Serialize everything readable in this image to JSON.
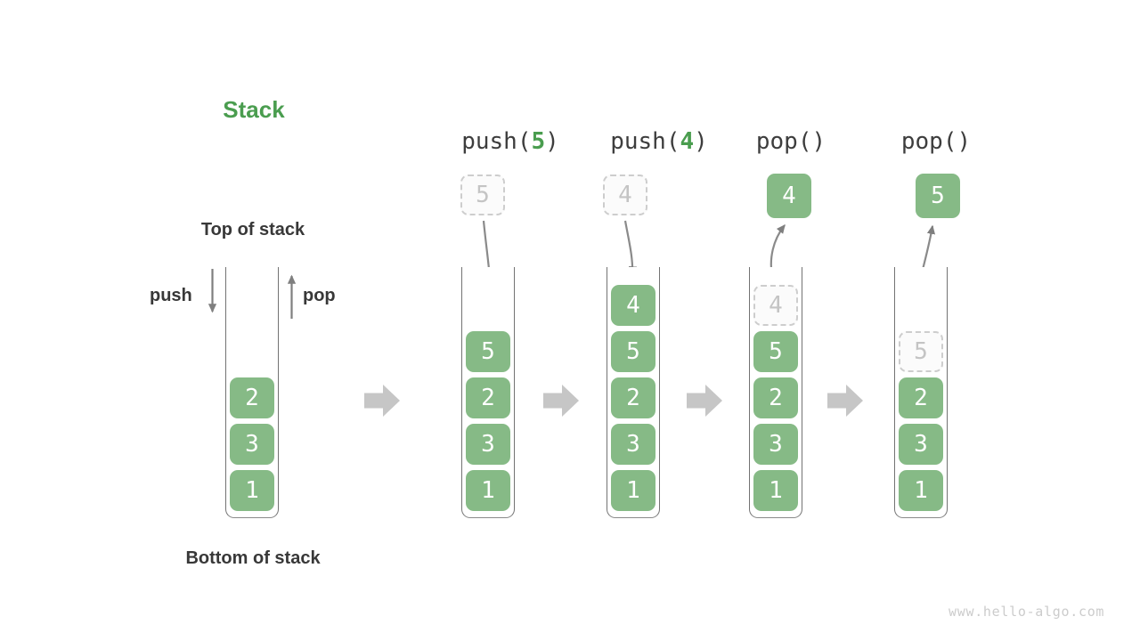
{
  "title": "Stack",
  "labels": {
    "top_of_stack": "Top of stack",
    "bottom_of_stack": "Bottom of stack",
    "push": "push",
    "pop": "pop"
  },
  "columns": [
    {
      "name": "initial",
      "stack": [
        {
          "value": "2"
        },
        {
          "value": "3"
        },
        {
          "value": "1"
        }
      ]
    },
    {
      "name": "push-5",
      "header": {
        "prefix": "push(",
        "arg": "5",
        "suffix": ")"
      },
      "arg_box": {
        "value": "5",
        "variant": "dashed"
      },
      "stack": [
        {
          "value": "5"
        },
        {
          "value": "2"
        },
        {
          "value": "3"
        },
        {
          "value": "1"
        }
      ]
    },
    {
      "name": "push-4",
      "header": {
        "prefix": "push(",
        "arg": "4",
        "suffix": ")"
      },
      "arg_box": {
        "value": "4",
        "variant": "dashed"
      },
      "stack": [
        {
          "value": "4"
        },
        {
          "value": "5"
        },
        {
          "value": "2"
        },
        {
          "value": "3"
        },
        {
          "value": "1"
        }
      ]
    },
    {
      "name": "pop-1",
      "header": {
        "prefix": "pop(",
        "arg": "",
        "suffix": ")"
      },
      "result_box": {
        "value": "4",
        "variant": "solid"
      },
      "stack": [
        {
          "value": "4",
          "removed": true
        },
        {
          "value": "5"
        },
        {
          "value": "2"
        },
        {
          "value": "3"
        },
        {
          "value": "1"
        }
      ]
    },
    {
      "name": "pop-2",
      "header": {
        "prefix": "pop(",
        "arg": "",
        "suffix": ")"
      },
      "result_box": {
        "value": "5",
        "variant": "solid"
      },
      "stack": [
        {
          "value": "5",
          "removed": true
        },
        {
          "value": "2"
        },
        {
          "value": "3"
        },
        {
          "value": "1"
        }
      ]
    }
  ],
  "colors": {
    "box_green": "#86BA86",
    "accent_green": "#4A9D4F",
    "dark_text": "#383838",
    "tube_stroke": "#737373",
    "thin_arrow": "#7f7f7f",
    "block_arrow": "#c6c6c6",
    "dashed_border": "#cdcdcd",
    "dashed_text": "#c4c4c4",
    "watermark": "#cccccc"
  },
  "watermark": "www.hello-algo.com"
}
